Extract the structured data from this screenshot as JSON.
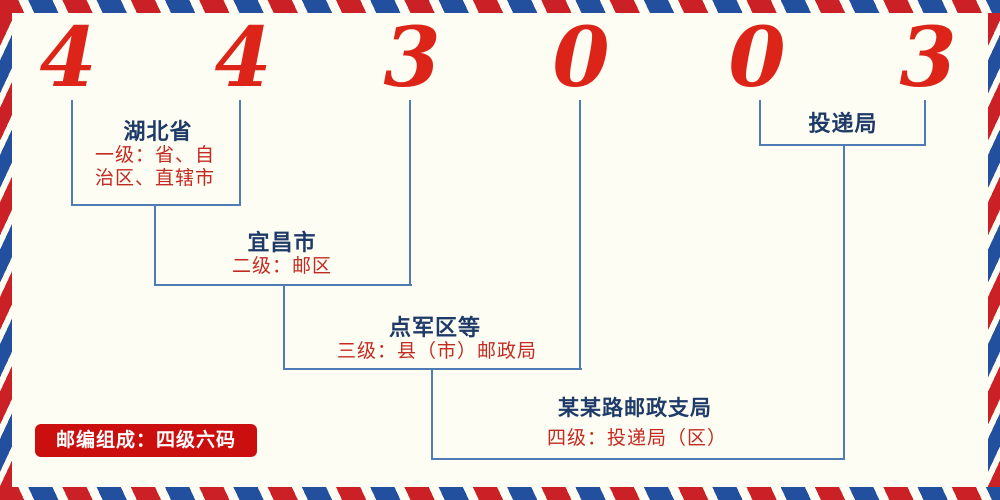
{
  "postal_code": {
    "full": "443003",
    "digits": [
      "4",
      "4",
      "3",
      "0",
      "0",
      "3"
    ]
  },
  "levels": [
    {
      "name": "湖北省",
      "desc_lines": [
        "一级：省、自",
        "治区、直辖市"
      ]
    },
    {
      "name": "宜昌市",
      "desc": "二级：邮区"
    },
    {
      "name": "点军区等",
      "desc": "三级：县（市）邮政局"
    },
    {
      "name": "某某路邮政支局",
      "desc": "四级：投递局（区）"
    },
    {
      "name": "投递局"
    }
  ],
  "footer": {
    "composition_label": "邮编组成：四级六码"
  },
  "colors": {
    "digit_red": "#dd2418",
    "label_navy": "#1e3a68",
    "desc_red": "#c32b22",
    "line_blue": "#4f7db3",
    "badge_red": "#cb0e0e",
    "badge_text": "#ffffff",
    "border_red": "#cb2026",
    "border_blue": "#23509e",
    "background": "#fdfdf3"
  }
}
